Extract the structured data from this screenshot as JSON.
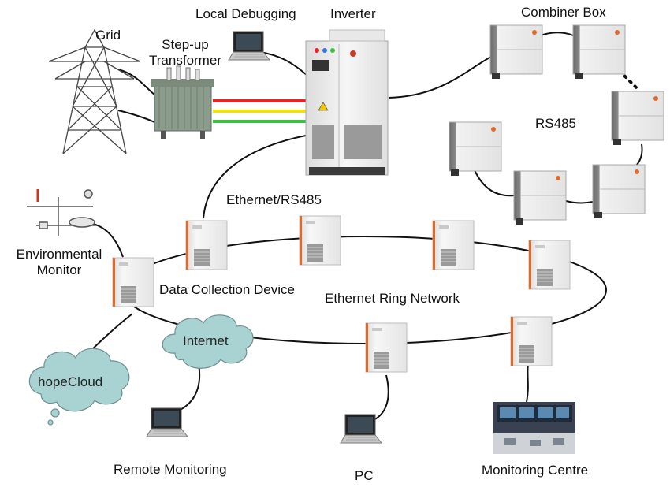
{
  "labels": {
    "grid": "Grid",
    "step_up_line1": "Step-up",
    "step_up_line2": "Transformer",
    "local_debugging": "Local Debugging",
    "inverter": "Inverter",
    "combiner_box": "Combiner Box",
    "rs485": "RS485",
    "ethernet_rs485": "Ethernet/RS485",
    "environmental_line1": "Environmental",
    "environmental_line2": "Monitor",
    "data_collection": "Data Collection Device",
    "ethernet_ring": "Ethernet Ring Network",
    "internet": "Internet",
    "hopecloud": "hopeCloud",
    "remote_monitoring": "Remote Monitoring",
    "pc": "PC",
    "monitoring_centre": "Monitoring Centre"
  },
  "colors": {
    "phase_red": "#e8232a",
    "phase_yellow": "#f2e600",
    "phase_green": "#3fbf3f",
    "cloud_fill": "#a9d3d3",
    "cloud_stroke": "#6f8f8f",
    "device_body": "#f1f1f1",
    "device_accent": "#e06a2a",
    "line": "#111111"
  }
}
